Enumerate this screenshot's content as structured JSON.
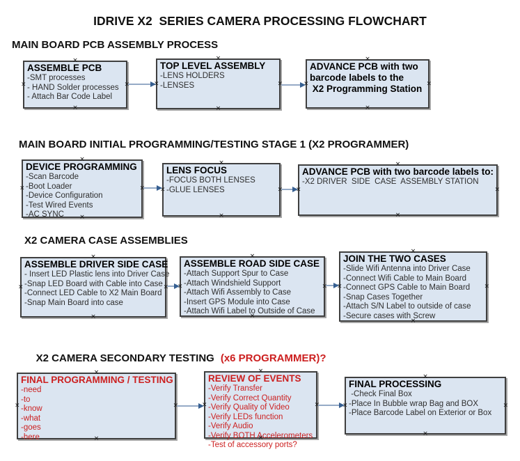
{
  "title": "IDRIVE X2  SERIES CAMERA PROCESSING FLOWCHART",
  "colors": {
    "box_fill": "#dbe5f1",
    "box_border": "#3f3f3f",
    "arrow_line": "#95aac6",
    "arrow_head": "#365f91",
    "red_text": "#cc1f1f"
  },
  "sections": [
    {
      "heading": "MAIN BOARD PCB ASSEMBLY PROCESS",
      "boxes": [
        {
          "title": "ASSEMBLE PCB",
          "body": "-SMT processes\n- HAND Solder processes\n- Attach Bar Code Label"
        },
        {
          "title": "TOP LEVEL ASSEMBLY",
          "body": "-LENS HOLDERS\n-LENSES"
        },
        {
          "title": "ADVANCE PCB with two\nbarcode labels to the\n X2 Programming Station",
          "body": ""
        }
      ]
    },
    {
      "heading": "MAIN BOARD INITIAL PROGRAMMING/TESTING STAGE 1 (X2 PROGRAMMER)",
      "boxes": [
        {
          "title": "DEVICE PROGRAMMING",
          "body": "-Scan Barcode\n-Boot Loader\n-Device Configuration\n-Test Wired Events\n-AC SYNC"
        },
        {
          "title": "LENS FOCUS",
          "body": "-FOCUS BOTH LENSES\n-GLUE LENSES"
        },
        {
          "title": "ADVANCE PCB with two barcode labels to:",
          "body": "-X2 DRIVER  SIDE  CASE  ASSEMBLY STATION"
        }
      ]
    },
    {
      "heading": "X2 CAMERA CASE ASSEMBLIES",
      "boxes": [
        {
          "title": "ASSEMBLE DRIVER SIDE CASE",
          "body": "- Insert LED Plastic lens into Driver Case\n-Snap LED Board with Cable into Case\n-Connect LED Cable to X2 Main Board\n-Snap Main Board into case"
        },
        {
          "title": "ASSEMBLE ROAD SIDE CASE",
          "body": "-Attach Support Spur to Case\n-Attach Windshield Support\n-Attach Wifi Assembly to Case\n-Insert GPS Module into Case\n-Attach Wifi Label to Outside of Case"
        },
        {
          "title": "JOIN THE TWO CASES",
          "body": "-Slide Wifi Antenna into Driver Case\n-Connect Wifi Cable to Main Board\n-Connect GPS Cable to Main Board\n-Snap Cases Together\n-Attach S/N Label to outside of case\n-Secure cases with Screw"
        }
      ]
    },
    {
      "heading": "X2 CAMERA SECONDARY TESTING",
      "heading_suffix": "(x6 PROGRAMMER)?",
      "boxes": [
        {
          "title": "FINAL PROGRAMMING / TESTING",
          "body": "-need\n-to\n-know\n-what\n-goes\n-here"
        },
        {
          "title": "REVIEW OF EVENTS",
          "body": "-Verify Transfer\n-Verify Correct Quantity\n-Verify Quality of Video\n-Verify LEDs function\n-Verify Audio\n-Verify BOTH Accelerometers\n-Test of accessory ports?"
        },
        {
          "title": "FINAL PROCESSING",
          "body": " -Check Final Box\n-Place In Bubble wrap Bag and BOX\n-Place Barcode Label on Exterior or Box"
        }
      ]
    }
  ]
}
